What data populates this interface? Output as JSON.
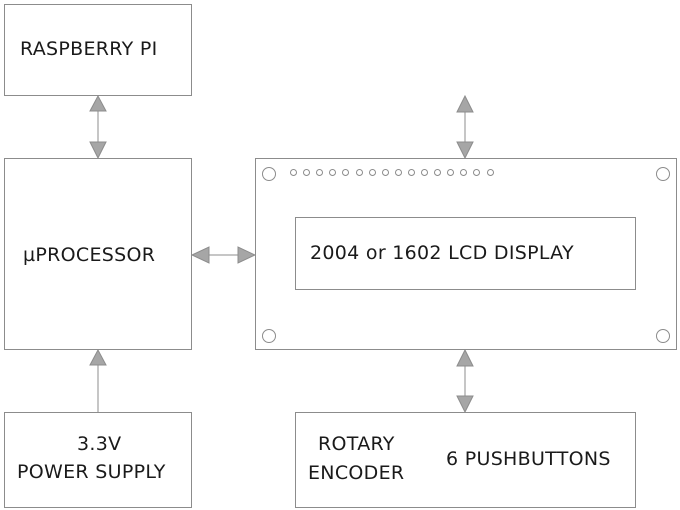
{
  "blocks": {
    "raspberry_pi": "RASPBERRY PI",
    "microprocessor": "µPROCESSOR",
    "power_supply": {
      "line1": "3.3V",
      "line2": "POWER SUPPLY"
    },
    "lcd_display": "2004 or 1602 LCD DISPLAY",
    "rotary_encoder": {
      "line1": "ROTARY",
      "line2": "ENCODER"
    },
    "pushbuttons": "6 PUSHBUTTONS"
  },
  "colors": {
    "stroke": "#8c8c8c",
    "arrow_fill": "#a6a6a6",
    "text": "#1a1a1a"
  }
}
